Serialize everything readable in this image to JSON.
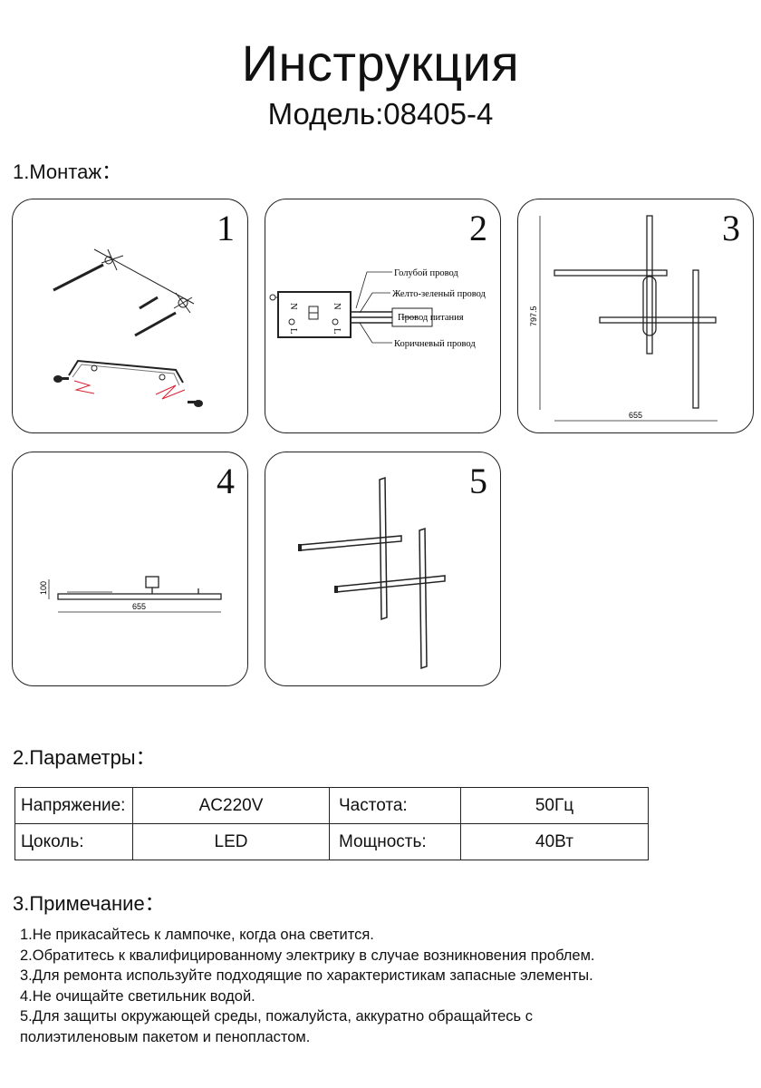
{
  "header": {
    "title": "Инструкция",
    "model": "Модель:08405-4"
  },
  "sections": {
    "mounting": "1.Монтаж：",
    "parameters": "2.Параметры：",
    "notes": "3.Примечание："
  },
  "panels": [
    {
      "number": "1"
    },
    {
      "number": "2",
      "labels": [
        "Голубой провод",
        "Желто-зеленый провод",
        "Провод питания",
        "Коричневый провод"
      ],
      "terminal_marks": [
        "N",
        "L"
      ]
    },
    {
      "number": "3",
      "dimensions": {
        "height": "797.5",
        "width": "655"
      }
    },
    {
      "number": "4",
      "dimensions": {
        "height": "100",
        "width": "655"
      }
    },
    {
      "number": "5"
    }
  ],
  "parameters_table": [
    [
      "Напряжение:",
      "AC220V",
      "Частота:",
      "50Гц"
    ],
    [
      "Цоколь:",
      "LED",
      "Мощность:",
      "40Вт"
    ]
  ],
  "notes": [
    "1.Не прикасайтесь к лампочке, когда она светится.",
    "2.Обратитесь к квалифицированному электрику в случае возникновения проблем.",
    "3.Для ремонта используйте подходящие по характеристикам запасные элементы.",
    "4.Не очищайте светильник водой.",
    "5.Для защиты окружающей среды, пожалуйста, аккуратно обращайтесь с",
    "полиэтиленовым пакетом и пенопластом."
  ]
}
